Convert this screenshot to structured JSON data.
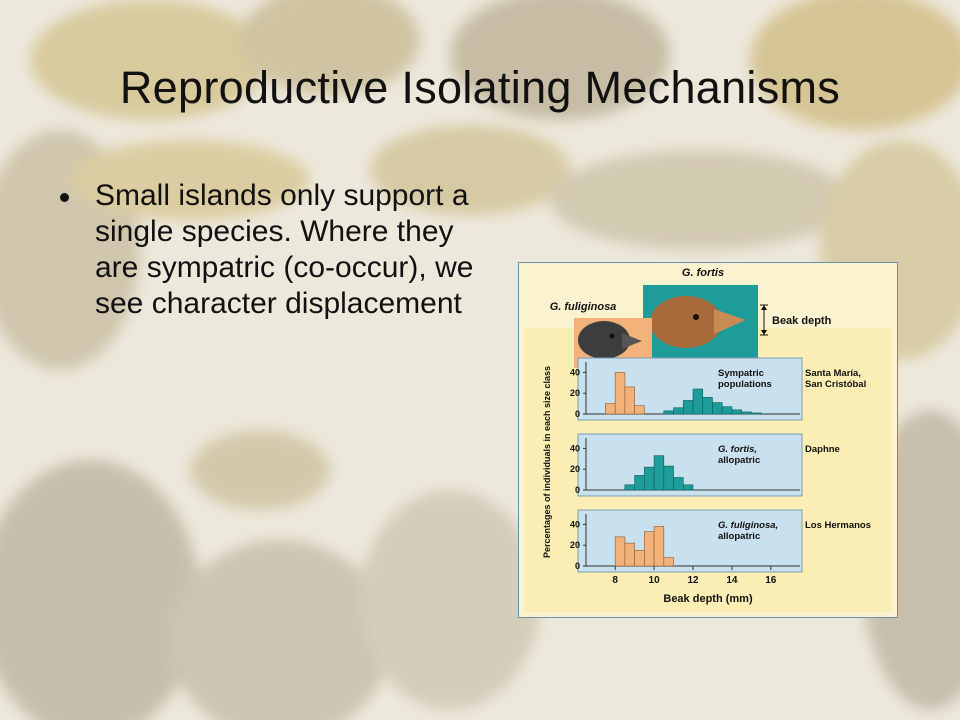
{
  "slide": {
    "title": "Reproductive Isolating Mechanisms",
    "bullets": [
      "Small islands only support a single species. Where they are sympatric (co-occur), we see character displacement"
    ]
  },
  "figure": {
    "top_label": "G. fortis",
    "left_label": "G. fuliginosa",
    "beak_depth_label": "Beak depth",
    "colors": {
      "fortis": "#1e9c9a",
      "fuliginosa": "#f2b27a",
      "panel": "#c9e0ee",
      "frame": "#fbf3cf",
      "figure_bg": "#fbeeb4"
    }
  },
  "chart_data": {
    "type": "bar",
    "ylabel": "Percentages of individuals in each size class",
    "xlabel": "Beak depth (mm)",
    "x_ticks": [
      8,
      10,
      12,
      14,
      16
    ],
    "y_ticks": [
      0,
      20,
      40
    ],
    "bin_width": 0.5,
    "xlim": [
      6.5,
      17.5
    ],
    "ylim": [
      0,
      50
    ],
    "panels": [
      {
        "panel_label": "Sympatric populations",
        "location": "Santa María, San Cristóbal",
        "series": [
          {
            "x": [
              7.5,
              8.0,
              8.5,
              9.0
            ],
            "values": [
              10,
              40,
              26,
              8
            ]
          },
          {
            "x": [
              10.5,
              11.0,
              11.5,
              12.0,
              12.5,
              13.0,
              13.5,
              14.0,
              14.5,
              15.0
            ],
            "values": [
              3,
              6,
              13,
              24,
              16,
              11,
              7,
              4,
              2,
              1
            ]
          }
        ]
      },
      {
        "panel_label": "G. fortis, allopatric",
        "location": "Daphne",
        "series": [
          {
            "x": [
              8.5,
              9.0,
              9.5,
              10.0,
              10.5,
              11.0,
              11.5
            ],
            "values": [
              5,
              14,
              22,
              33,
              23,
              12,
              5
            ]
          }
        ]
      },
      {
        "panel_label": "G. fuliginosa, allopatric",
        "location": "Los Hermanos",
        "series": [
          {
            "x": [
              8.0,
              8.5,
              9.0,
              9.5,
              10.0,
              10.5
            ],
            "values": [
              28,
              22,
              15,
              33,
              38,
              8
            ]
          }
        ]
      }
    ]
  }
}
